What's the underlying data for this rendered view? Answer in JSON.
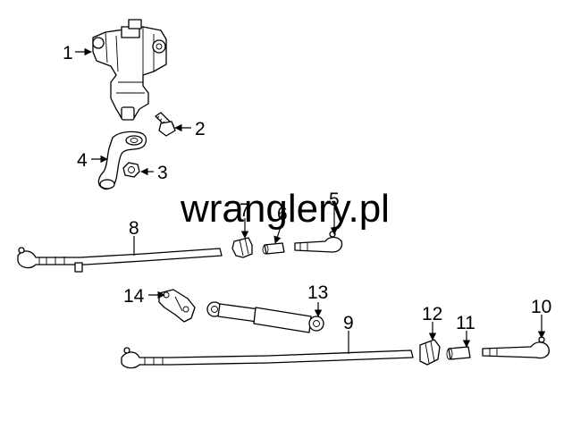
{
  "diagram": {
    "watermark": "wranglery.pl",
    "callouts": {
      "c1": "1",
      "c2": "2",
      "c3": "3",
      "c4": "4",
      "c5": "5",
      "c6": "6",
      "c7": "7",
      "c8": "8",
      "c9": "9",
      "c10": "10",
      "c11": "11",
      "c12": "12",
      "c13": "13",
      "c14": "14"
    }
  }
}
